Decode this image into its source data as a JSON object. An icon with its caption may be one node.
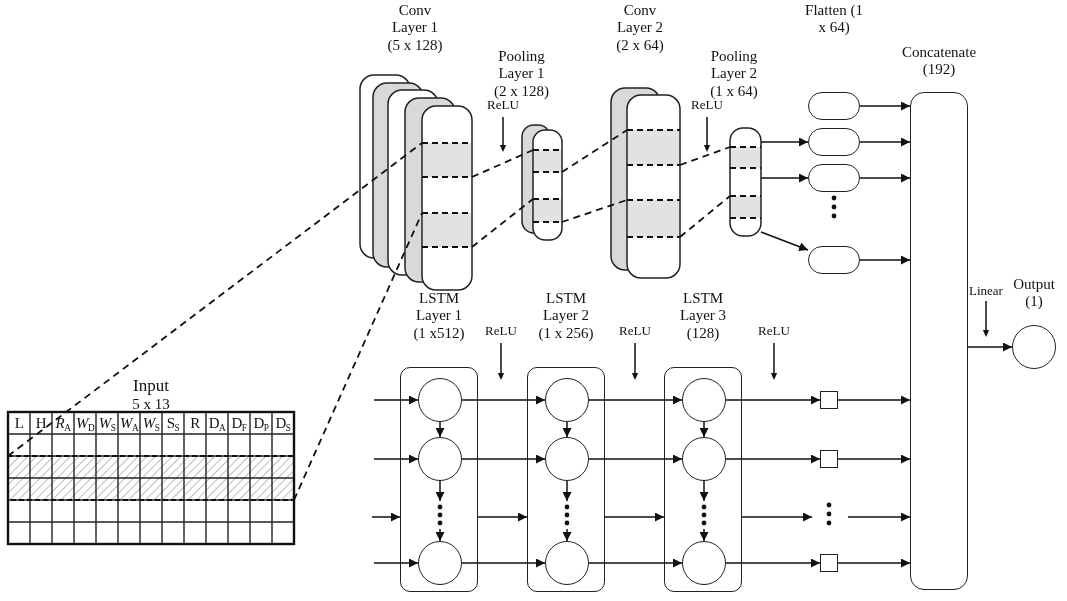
{
  "diagram": {
    "nodes": [
      {
        "text": [
          "Input",
          "5 x 13"
        ]
      },
      {
        "text": [
          "Conv Layer 1 (5 x 128)"
        ]
      },
      {
        "text": [
          "Pooling Layer 1 (2 x 128)"
        ]
      },
      {
        "text": [
          "Conv Layer 2 (2 x 64)"
        ]
      },
      {
        "text": [
          "Pooling Layer 2 (1 x 64)"
        ]
      },
      {
        "text": [],
        "shape": "box"
      },
      {
        "text": [],
        "shape": "box"
      },
      {
        "text": [],
        "shape": "box"
      },
      {
        "text": [],
        "shape": "box"
      },
      {
        "text": [
          "Concatenate (192)"
        ]
      },
      {
        "text": [
          "Output (1)"
        ]
      },
      {
        "text": [
          "LSTM Layer 1 (1 x512)"
        ]
      },
      {
        "text": [],
        "shape": "circle",
        "in": 11
      },
      {
        "text": [],
        "shape": "circle",
        "in": 11
      },
      {
        "text": [],
        "shape": "circle",
        "in": 11
      },
      {
        "text": [
          "LSTM Layer 2 (1 x 256)"
        ]
      },
      {
        "text": [],
        "shape": "circle",
        "in": 15
      },
      {
        "text": [],
        "shape": "circle",
        "in": 15
      },
      {
        "text": [],
        "shape": "circle",
        "in": 15
      },
      {
        "text": [
          "LSTM Layer 3 (128)"
        ]
      },
      {
        "text": [],
        "shape": "circle",
        "in": 19
      },
      {
        "text": [],
        "shape": "circle",
        "in": 19
      },
      {
        "text": [],
        "shape": "circle",
        "in": 19
      },
      {
        "text": [],
        "shape": "box"
      },
      {
        "text": [],
        "shape": "box"
      },
      {
        "text": [],
        "shape": "box"
      }
    ],
    "edges": [
      {
        "from": 0,
        "to": 1,
        "arrow": "none",
        "style": "dashed"
      },
      {
        "from": 0,
        "to": 1,
        "arrow": "none",
        "style": "dashed"
      },
      {
        "from": 1,
        "to": 2,
        "arrow": "none",
        "style": "dashed"
      },
      {
        "from": 1,
        "to": 2,
        "arrow": "none",
        "style": "dashed"
      },
      {
        "from": 2,
        "to": 3,
        "arrow": "none",
        "style": "dashed"
      },
      {
        "from": 2,
        "to": 3,
        "arrow": "none",
        "style": "dashed"
      },
      {
        "from": 3,
        "to": 4,
        "arrow": "none",
        "style": "dashed"
      },
      {
        "from": 3,
        "to": 4,
        "arrow": "none",
        "style": "dashed"
      },
      {
        "from": 4,
        "to": 6,
        "arrow": "to"
      },
      {
        "from": 4,
        "to": 7,
        "arrow": "to"
      },
      {
        "from": 4,
        "to": 8,
        "arrow": "to"
      },
      {
        "from": 5,
        "to": 9,
        "arrow": "to"
      },
      {
        "from": 6,
        "to": 9,
        "arrow": "to"
      },
      {
        "from": 7,
        "to": 9,
        "arrow": "to"
      },
      {
        "from": 8,
        "to": 9,
        "arrow": "to"
      },
      {
        "from": 9,
        "to": 10,
        "arrow": "to"
      },
      {
        "from": 12,
        "to": 13,
        "arrow": "to"
      },
      {
        "from": 13,
        "to": null,
        "arrow": "to"
      },
      {
        "from": null,
        "to": 14,
        "arrow": "to"
      },
      {
        "from": 16,
        "to": 17,
        "arrow": "to"
      },
      {
        "from": 17,
        "to": null,
        "arrow": "to"
      },
      {
        "from": null,
        "to": 18,
        "arrow": "to"
      },
      {
        "from": 20,
        "to": 21,
        "arrow": "to"
      },
      {
        "from": 21,
        "to": null,
        "arrow": "to"
      },
      {
        "from": null,
        "to": 22,
        "arrow": "to"
      },
      {
        "from": null,
        "to": 12,
        "arrow": "to"
      },
      {
        "from": null,
        "to": 13,
        "arrow": "to"
      },
      {
        "from": null,
        "to": 14,
        "arrow": "to"
      },
      {
        "from": 12,
        "to": 16,
        "arrow": "to"
      },
      {
        "from": 13,
        "to": 17,
        "arrow": "to"
      },
      {
        "from": 14,
        "to": 18,
        "arrow": "to"
      },
      {
        "from": 16,
        "to": 20,
        "arrow": "to"
      },
      {
        "from": 17,
        "to": 21,
        "arrow": "to"
      },
      {
        "from": 18,
        "to": 22,
        "arrow": "to"
      },
      {
        "from": 20,
        "to": 23,
        "arrow": "to"
      },
      {
        "from": 21,
        "to": 24,
        "arrow": "to"
      },
      {
        "from": 22,
        "to": 25,
        "arrow": "to"
      },
      {
        "from": 23,
        "to": 9,
        "arrow": "to"
      },
      {
        "from": 24,
        "to": 9,
        "arrow": "to"
      },
      {
        "from": 25,
        "to": 9,
        "arrow": "to"
      },
      {
        "from": null,
        "to": 11,
        "arrow": "to"
      },
      {
        "from": 11,
        "to": 15,
        "arrow": "to"
      },
      {
        "from": 15,
        "to": 19,
        "arrow": "to"
      },
      {
        "from": 19,
        "to": null,
        "arrow": "to"
      },
      {
        "from": null,
        "to": 9,
        "arrow": "to"
      }
    ],
    "labels": [
      "ReLU",
      "ReLU",
      "Flatten (1 x 64)",
      "ReLU",
      "ReLU",
      "ReLU",
      "Linear",
      "L",
      "H",
      "*R*$_{A}$",
      "*W*$_{D}$",
      "*W*$_{S}$",
      "*W*$_{A}$",
      "*W*$_{S}$",
      "S$_{S}$",
      "R",
      "D$_{A}$",
      "D$_{F}$",
      "D$_{P}$",
      "D$_{S}$"
    ]
  }
}
